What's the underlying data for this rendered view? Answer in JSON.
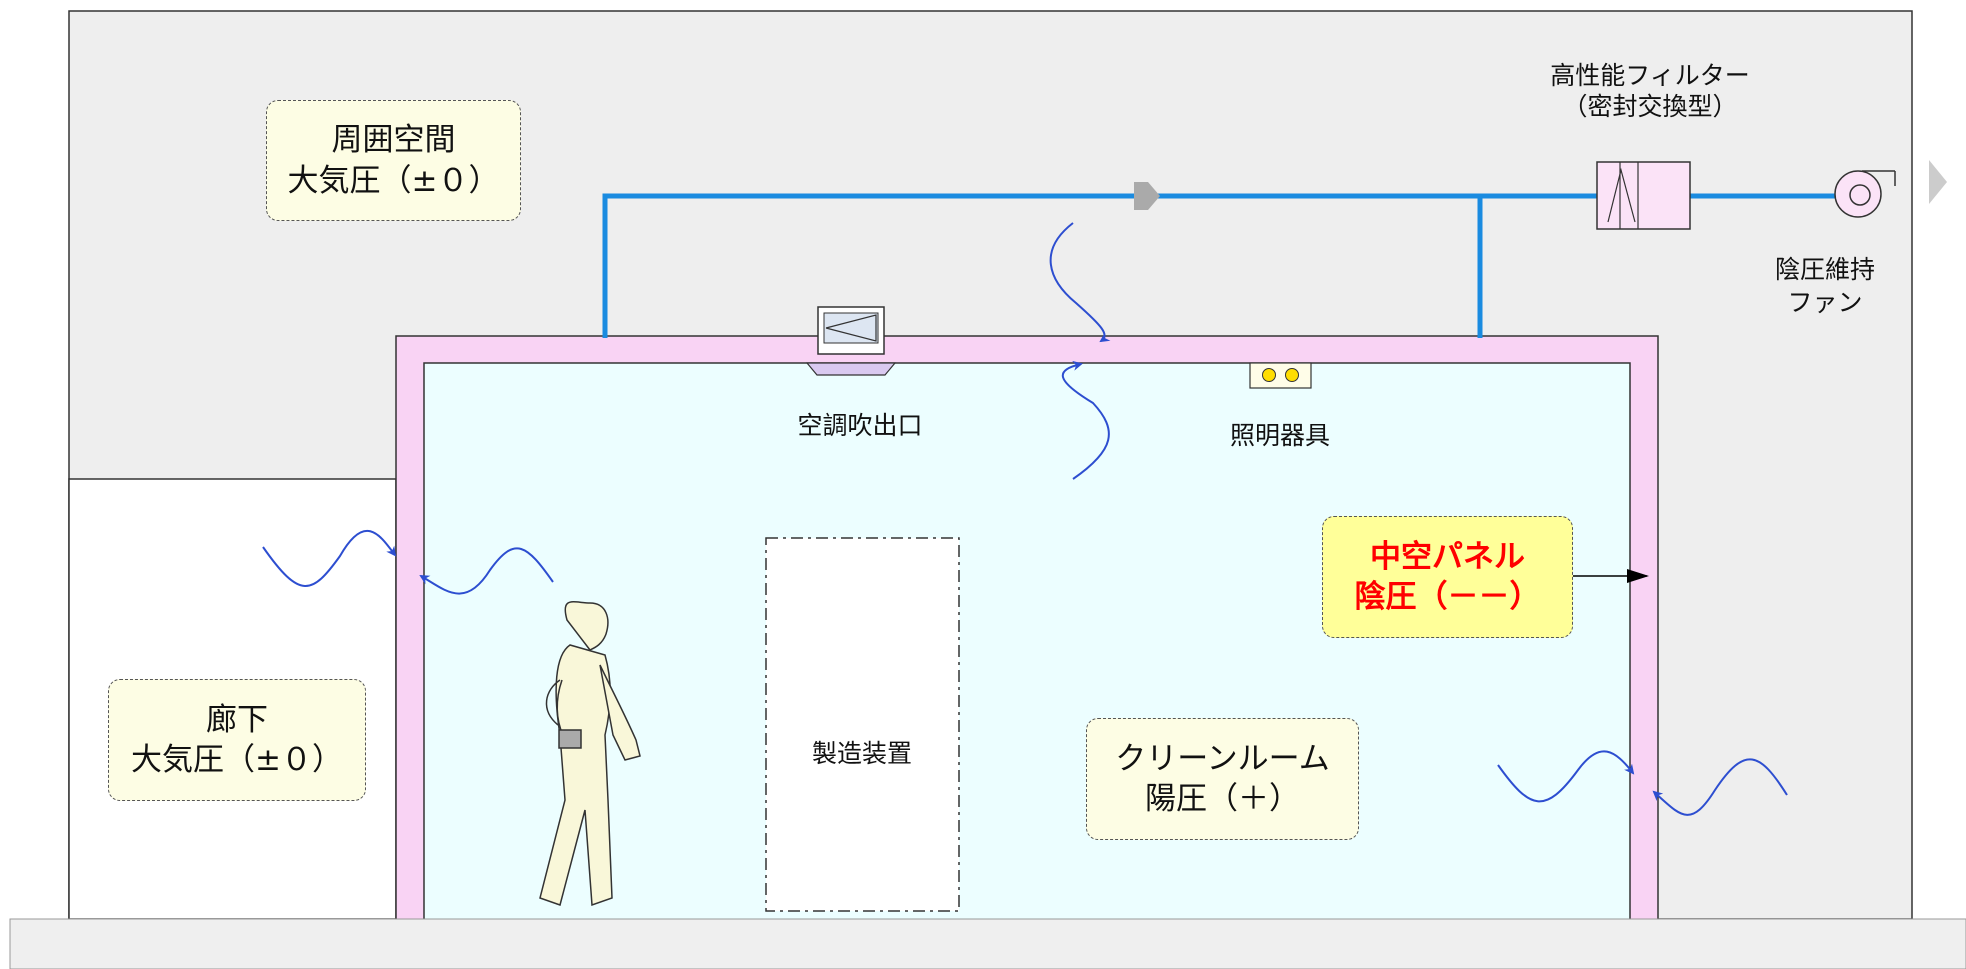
{
  "labels": {
    "ambient": {
      "line1": "周囲空間",
      "line2": "大気圧（±０）"
    },
    "corridor": {
      "line1": "廊下",
      "line2": "大気圧（±０）"
    },
    "cleanroom": {
      "line1": "クリーンルーム",
      "line2": "陽圧（＋）"
    },
    "hollow_panel": {
      "line1": "中空パネル",
      "line2": "陰圧（－－）"
    },
    "filter": {
      "line1": "高性能フィルター",
      "line2": "（密封交換型）"
    },
    "fan": {
      "line1": "陰圧維持",
      "line2": "ファン"
    },
    "ac_outlet": "空調吹出口",
    "lighting": "照明器具",
    "equipment": "製造装置"
  },
  "colors": {
    "duct": "#1a8be0",
    "panel": "#f9d3f4",
    "room": "#ecfeff",
    "ambient": "#eeeeee",
    "airflow_arrow": "#2d4ed0",
    "highlight_text": "#ff0000",
    "highlight_box": "#ffff99"
  },
  "icons": [
    "air-outlet-icon",
    "light-fixture-icon",
    "filter-icon",
    "fan-icon",
    "worker-icon",
    "flow-arrow-icon"
  ]
}
